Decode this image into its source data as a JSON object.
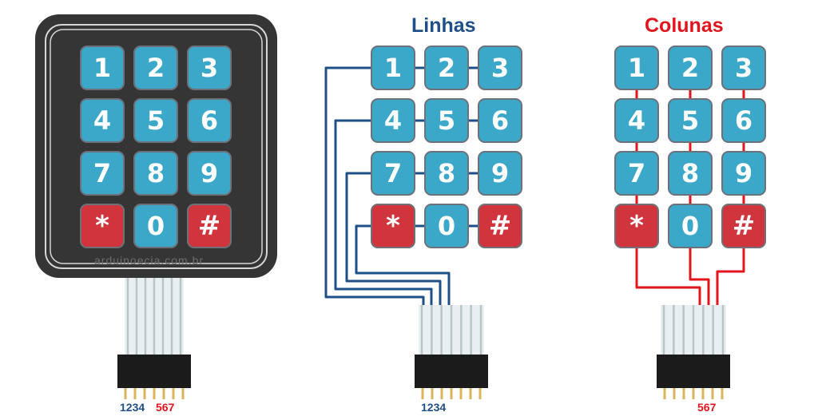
{
  "keypad": {
    "keys": [
      {
        "label": "1",
        "color": "blue"
      },
      {
        "label": "2",
        "color": "blue"
      },
      {
        "label": "3",
        "color": "blue"
      },
      {
        "label": "4",
        "color": "blue"
      },
      {
        "label": "5",
        "color": "blue"
      },
      {
        "label": "6",
        "color": "blue"
      },
      {
        "label": "7",
        "color": "blue"
      },
      {
        "label": "8",
        "color": "blue"
      },
      {
        "label": "9",
        "color": "blue"
      },
      {
        "label": "*",
        "color": "red"
      },
      {
        "label": "0",
        "color": "blue"
      },
      {
        "label": "#",
        "color": "red"
      }
    ],
    "watermark": "arduinoecia.com.br",
    "pins_blue": "1234",
    "pins_red": "567"
  },
  "rows_panel": {
    "title": "Linhas",
    "pins": "1234"
  },
  "cols_panel": {
    "title": "Colunas",
    "pins": "567"
  },
  "colors": {
    "key_blue": "#3ba7c9",
    "key_red": "#d0343c",
    "row_wire": "#1e4f86",
    "col_wire": "#e3141c",
    "keypad_body": "#353535",
    "title_rows": "#1e4f86",
    "title_cols": "#e3141c"
  }
}
